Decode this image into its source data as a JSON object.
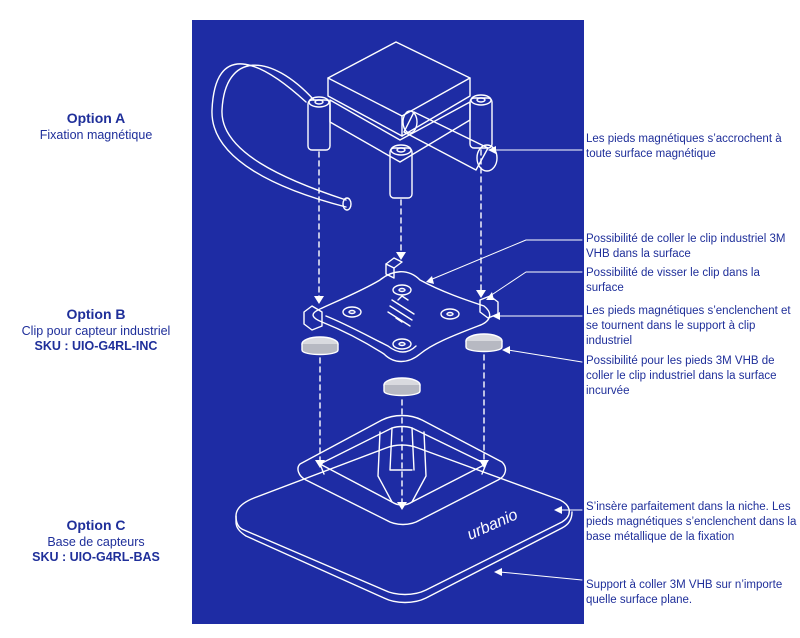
{
  "options": [
    {
      "title": "Option A",
      "subtitle": "Fixation magnétique",
      "sku": ""
    },
    {
      "title": "Option B",
      "subtitle": "Clip pour capteur industriel",
      "sku": "SKU : UIO-G4RL-INC"
    },
    {
      "title": "Option C",
      "subtitle": "Base de capteurs",
      "sku": "SKU : UIO-G4RL-BAS"
    }
  ],
  "notes": [
    "Les pieds magnétiques s’accrochent à toute surface magnétique",
    "Possibilité de coller le clip industriel 3M VHB dans la surface",
    "Possibilité de visser le clip dans la surface",
    "Les pieds magnétiques s’enclenchent et se tournent dans le support à clip industriel",
    "Possibilité pour les pieds 3M VHB de coller le clip industriel dans la surface incurvée",
    "S’insère parfaitement dans la niche. Les pieds magnétiques s’enclenchent dans la base métallique de la fixation",
    "Support à coller 3M VHB sur n’importe quelle surface plane."
  ],
  "base_logo": "urbanio",
  "colors": {
    "panel": "#1e2ca4",
    "line": "#ffffff",
    "text": "#1f2f9a"
  }
}
